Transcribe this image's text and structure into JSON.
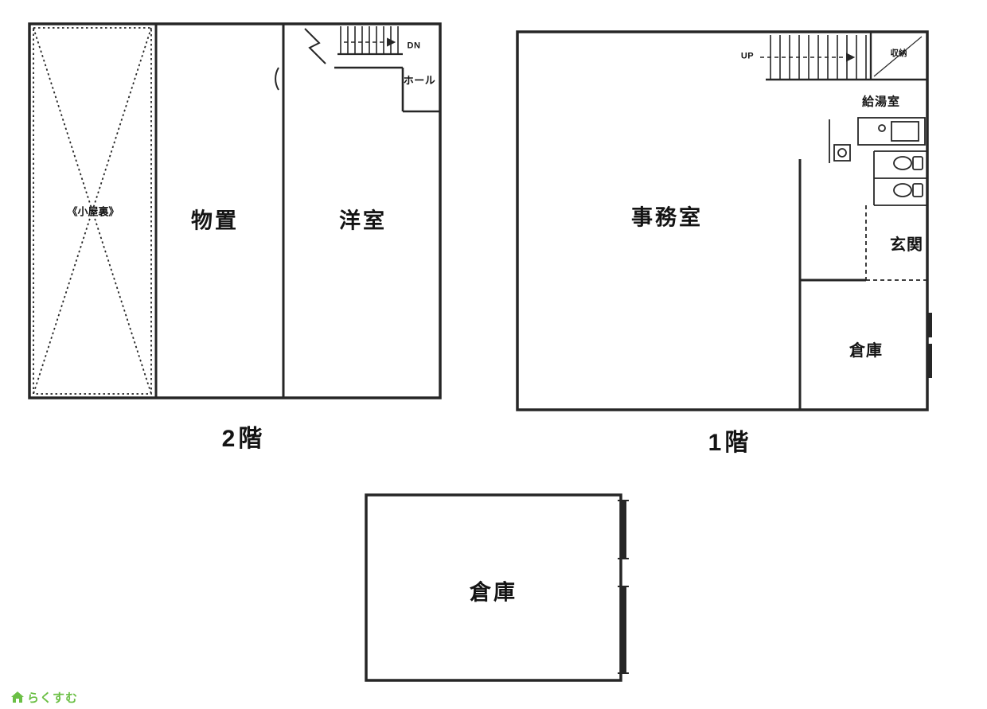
{
  "colors": {
    "wall": "#262626",
    "logo_green": "#6bbf45"
  },
  "floor2": {
    "floor_label": "2階",
    "attic_label": "《小屋裏》",
    "storage_label": "物置",
    "western_room_label": "洋室",
    "hall_label": "ホール",
    "stairs_label": "DN"
  },
  "floor1": {
    "floor_label": "1階",
    "office_label": "事務室",
    "kitchenette_label": "給湯室",
    "closet_label": "収納",
    "entrance_label": "玄関",
    "storage_room_label": "倉庫",
    "stairs_label": "UP"
  },
  "warehouse": {
    "room_label": "倉庫"
  },
  "logo": {
    "text": "らくすむ"
  }
}
